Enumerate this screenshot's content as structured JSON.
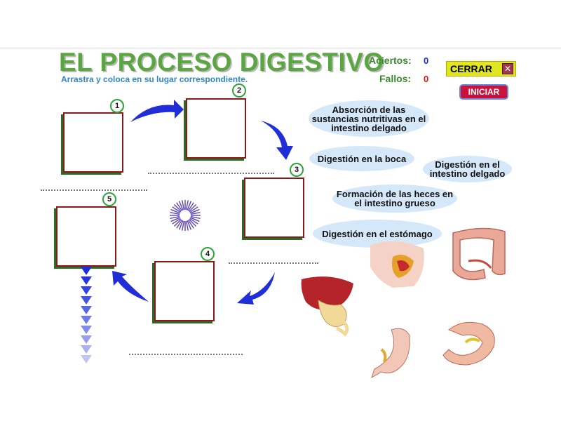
{
  "header": {
    "title": "EL PROCESO DIGESTIVO",
    "subtitle": "Arrastra y coloca en su lugar correspondiente."
  },
  "score": {
    "aciertos_label": "Aciertos:",
    "aciertos_value": "0",
    "fallos_label": "Fallos:",
    "fallos_value": "0"
  },
  "buttons": {
    "cerrar": "CERRAR",
    "iniciar": "INICIAR"
  },
  "slots": [
    {
      "number": "1"
    },
    {
      "number": "2"
    },
    {
      "number": "3"
    },
    {
      "number": "4"
    },
    {
      "number": "5"
    }
  ],
  "labels": {
    "absorcion": "Absorción de las sustancias nutritivas en el intestino delgado",
    "boca": "Digestión en la boca",
    "intestino_delgado": "Digestión en el intestino delgado",
    "heces": "Formación de las heces en el intestino grueso",
    "estomago": "Digestión en el estómago"
  },
  "icons": [
    "close-icon",
    "spinner-icon",
    "liver-pancreas-icon",
    "mouth-icon",
    "large-intestine-icon",
    "duodenum-icon",
    "stomach-icon"
  ],
  "colors": {
    "title": "#5aa640",
    "arrows": "#1f2ed8",
    "cerrar_bg": "#e0e61f",
    "iniciar_bg": "#c8133c"
  }
}
